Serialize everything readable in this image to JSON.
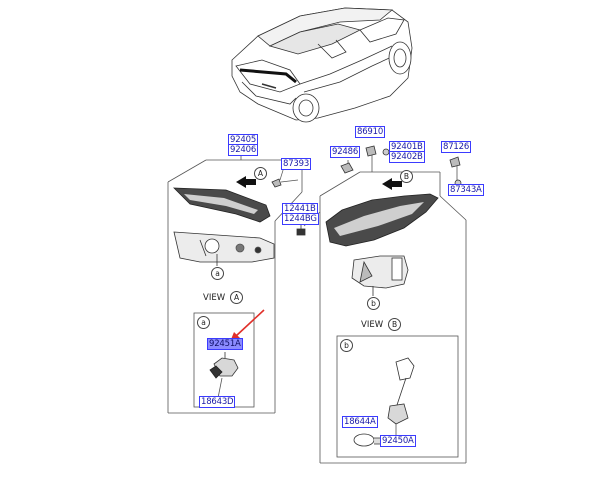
{
  "parts": {
    "p92405": "92405",
    "p92406": "92406",
    "p87393": "87393",
    "p12441B": "12441B",
    "p1244BG": "1244BG",
    "p92486": "92486",
    "p86910": "86910",
    "p92401B": "92401B",
    "p92402B": "92402B",
    "p87126": "87126",
    "p87343A": "87343A",
    "p92451A": "92451A",
    "p18643D": "18643D",
    "p18644A": "18644A",
    "p92450A": "92450A"
  },
  "views": {
    "view_a_label": "VIEW",
    "view_a_letter": "A",
    "view_b_label": "VIEW",
    "view_b_letter": "B"
  },
  "callouts": {
    "a": "a",
    "b": "b",
    "A": "A",
    "B": "B"
  },
  "colors": {
    "part_box_border": "#3b3bff",
    "part_text": "#1a1aa6",
    "highlight_fill": "#8b8bff",
    "arrow_red": "#e0302a"
  }
}
